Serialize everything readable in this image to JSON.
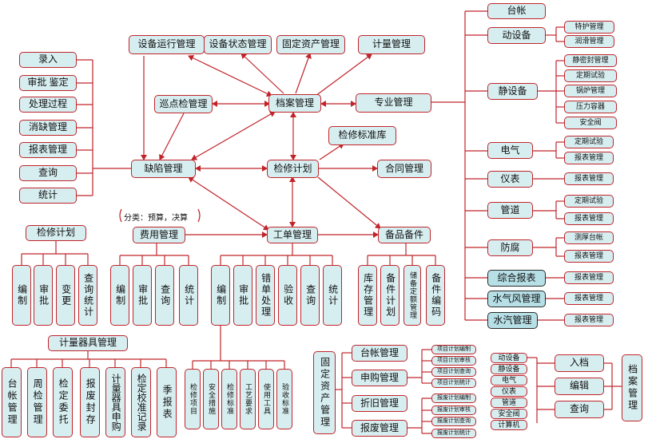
{
  "top": {
    "yunxing": "设备运行管理",
    "zhuangtai": "设备状态管理",
    "guding": "固定资产管理",
    "jiliang": "计量管理"
  },
  "center": {
    "dangan": "档案管理",
    "xundian": "巡点检管理",
    "zhuanye": "专业管理",
    "biaozhunku": "检修标准库",
    "quexian": "缺陷管理",
    "jianxiu": "检修计划",
    "hetong": "合同管理",
    "feiyong": "费用管理",
    "feiyong_note": "分类：预算，决算",
    "gongdan": "工单管理",
    "beipin": "备品备件"
  },
  "left": [
    "录入",
    "审批 鉴定",
    "处理过程",
    "消缺管理",
    "报表管理",
    "查询",
    "统计"
  ],
  "right": {
    "taizhang": "台帐",
    "dongshebei": "动设备",
    "dong_sub": [
      "特护管理",
      "润滑管理"
    ],
    "jingshebei": "静设备",
    "jing_sub": [
      "静密封管理",
      "定期试验",
      "锅炉管理",
      "压力容器",
      "安全阀"
    ],
    "dianqi": "电气",
    "dianqi_sub": [
      "定期试验",
      "报表管理"
    ],
    "yibiao": "仪表",
    "yibiao_sub": [
      "报表管理"
    ],
    "guandao": "管道",
    "guandao_sub": [
      "定期试验",
      "报表管理"
    ],
    "fangfu": "防腐",
    "fangfu_sub": [
      "测厚台帐",
      "报表管理"
    ],
    "zonghe": "综合报表",
    "zonghe_sub": [
      "报表管理"
    ],
    "shuiqifeng": "水气风管理",
    "shuiqifeng_sub": [
      "报表管理"
    ],
    "shuiqi": "水汽管理",
    "shuiqi_sub": [
      "报表管理"
    ]
  },
  "plan": {
    "title": "检修计划",
    "items": [
      "编制",
      "审批",
      "变更",
      "查询统计"
    ]
  },
  "fee_items": [
    "编制",
    "审批",
    "查询",
    "统计"
  ],
  "order_items": [
    "编制",
    "审批",
    "错单处理",
    "验收",
    "查询",
    "统计"
  ],
  "order_sub": [
    "检修项目",
    "安全措施",
    "检修标准",
    "工艺要求",
    "使用工具",
    "验收标准"
  ],
  "spare_items": [
    "库存管理",
    "备件计划",
    "储备定额管理",
    "备件编码"
  ],
  "meter": {
    "title": "计量器具管理",
    "items": [
      "台帐管理",
      "周检管理",
      "检定委托",
      "报废封存",
      "计量器具申购",
      "检定校准记录",
      "季报表"
    ]
  },
  "asset": {
    "title": "固定资产管理",
    "items": [
      "台帐管理",
      "申购管理",
      "折旧管理",
      "报废管理"
    ],
    "purchase_sub": [
      "项目计划编制",
      "项目计划审核",
      "项目计划查询",
      "项目计划统计"
    ],
    "scrap_sub": [
      "报废计划编制",
      "报废计划审核",
      "报废计划查询",
      "报废计划统计"
    ]
  },
  "archive": {
    "types": [
      "动设备",
      "静设备",
      "电气",
      "仪表",
      "管道",
      "安全阀",
      "计算机"
    ],
    "ops": [
      "入档",
      "编辑",
      "查询"
    ],
    "title": "档案管理"
  }
}
